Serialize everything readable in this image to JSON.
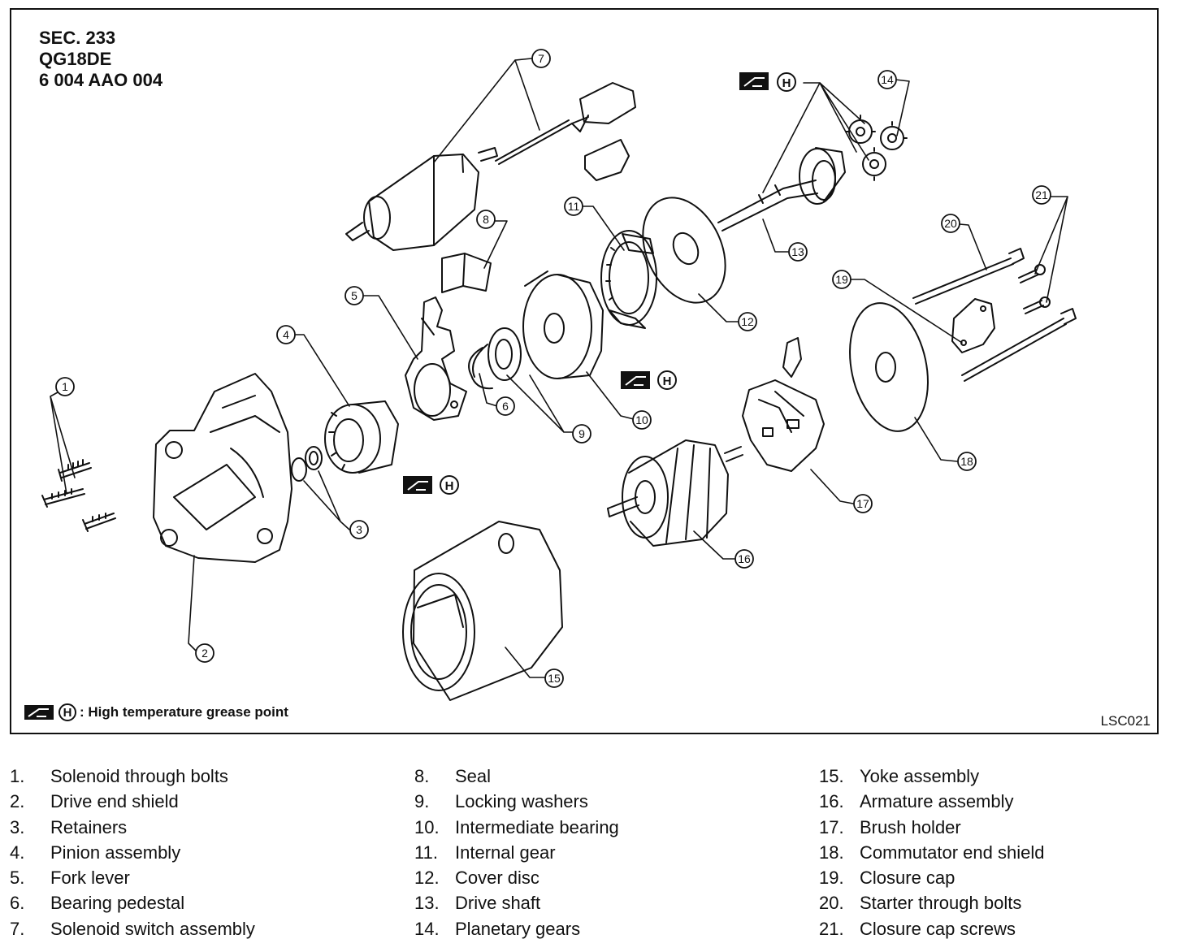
{
  "header": {
    "section": "SEC. 233",
    "engine": "QG18DE",
    "part_no": "6 004 AAO 004"
  },
  "legend": {
    "symbol_letter": "H",
    "text": ": High temperature grease point"
  },
  "figure_code": "LSC021",
  "callouts": [
    "1",
    "2",
    "3",
    "4",
    "5",
    "6",
    "7",
    "8",
    "9",
    "10",
    "11",
    "12",
    "13",
    "14",
    "15",
    "16",
    "17",
    "18",
    "19",
    "20",
    "21"
  ],
  "grease_letter": "H",
  "parts": [
    {
      "num": "1.",
      "name": "Solenoid through bolts"
    },
    {
      "num": "2.",
      "name": "Drive end shield"
    },
    {
      "num": "3.",
      "name": "Retainers"
    },
    {
      "num": "4.",
      "name": "Pinion assembly"
    },
    {
      "num": "5.",
      "name": "Fork lever"
    },
    {
      "num": "6.",
      "name": "Bearing pedestal"
    },
    {
      "num": "7.",
      "name": "Solenoid switch assembly"
    },
    {
      "num": "8.",
      "name": "Seal"
    },
    {
      "num": "9.",
      "name": "Locking washers"
    },
    {
      "num": "10.",
      "name": "Intermediate bearing"
    },
    {
      "num": "11.",
      "name": "Internal gear"
    },
    {
      "num": "12.",
      "name": "Cover disc"
    },
    {
      "num": "13.",
      "name": "Drive shaft"
    },
    {
      "num": "14.",
      "name": "Planetary gears"
    },
    {
      "num": "15.",
      "name": "Yoke assembly"
    },
    {
      "num": "16.",
      "name": "Armature assembly"
    },
    {
      "num": "17.",
      "name": "Brush holder"
    },
    {
      "num": "18.",
      "name": "Commutator end shield"
    },
    {
      "num": "19.",
      "name": "Closure cap"
    },
    {
      "num": "20.",
      "name": "Starter through bolts"
    },
    {
      "num": "21.",
      "name": "Closure cap screws"
    }
  ]
}
